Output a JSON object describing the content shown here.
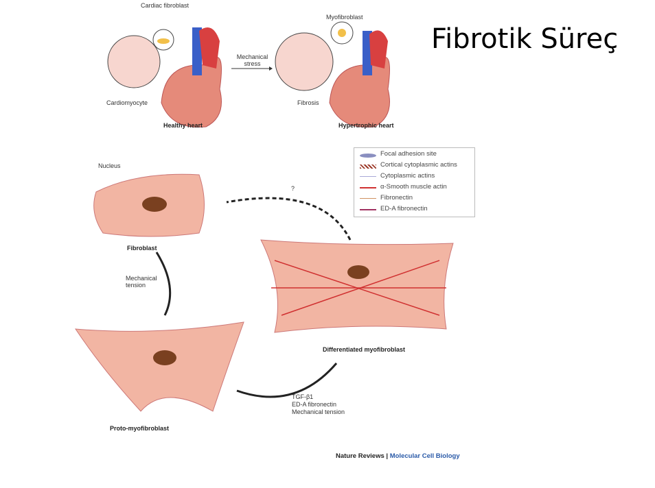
{
  "slide_title": "Fibrotik Süreç",
  "top_panel": {
    "cardiac_fibroblast": "Cardiac fibroblast",
    "cardiomyocyte": "Cardiomyocyte",
    "healthy_heart": "Healthy heart",
    "mechanical_stress": "Mechanical stress",
    "myofibroblast": "Myofibroblast",
    "fibrosis": "Fibrosis",
    "hypertrophic_heart": "Hypertrophic heart"
  },
  "legend": [
    {
      "label": "Focal adhesion site",
      "color": "#8a8fc0"
    },
    {
      "label": "Cortical cytoplasmic actins",
      "color": "#9c3a2a"
    },
    {
      "label": "Cytoplasmic actins",
      "color": "#a8a8d8"
    },
    {
      "label": "α-Smooth muscle actin",
      "color": "#d03030"
    },
    {
      "label": "Fibronectin",
      "color": "#d09060"
    },
    {
      "label": "ED-A fibronectin",
      "color": "#a03060"
    }
  ],
  "bottom_panel": {
    "nucleus": "Nucleus",
    "fibroblast": "Fibroblast",
    "mechanical_tension": "Mechanical tension",
    "proto_myofibroblast": "Proto-myofibroblast",
    "question": "?",
    "differentiated": "Differentiated myofibroblast",
    "factors": [
      "TGF-β1",
      "ED-A fibronectin",
      "Mechanical tension"
    ]
  },
  "credit": {
    "journal": "Nature Reviews",
    "separator": "|",
    "section": "Molecular Cell Biology"
  }
}
